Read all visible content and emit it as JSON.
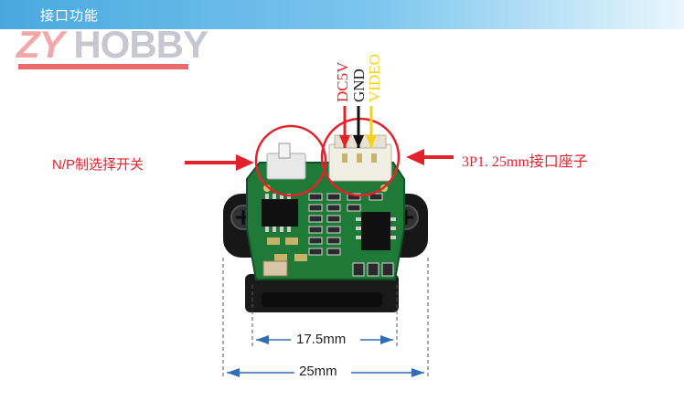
{
  "header": {
    "title": "接口功能"
  },
  "logo": {
    "part1": "ZY",
    "part2": " HOBBY"
  },
  "wires": {
    "power": "DC5V",
    "ground": "GND",
    "video": "VIDEO"
  },
  "callouts": {
    "switch": "N/P制选择开关",
    "connector": "3P1. 25mm接口座子"
  },
  "dimensions": {
    "inner": "17.5mm",
    "outer": "25mm"
  },
  "colors": {
    "accent": "#e3212b",
    "header": "#4aa8e0",
    "pcb": "#1f7a37"
  }
}
